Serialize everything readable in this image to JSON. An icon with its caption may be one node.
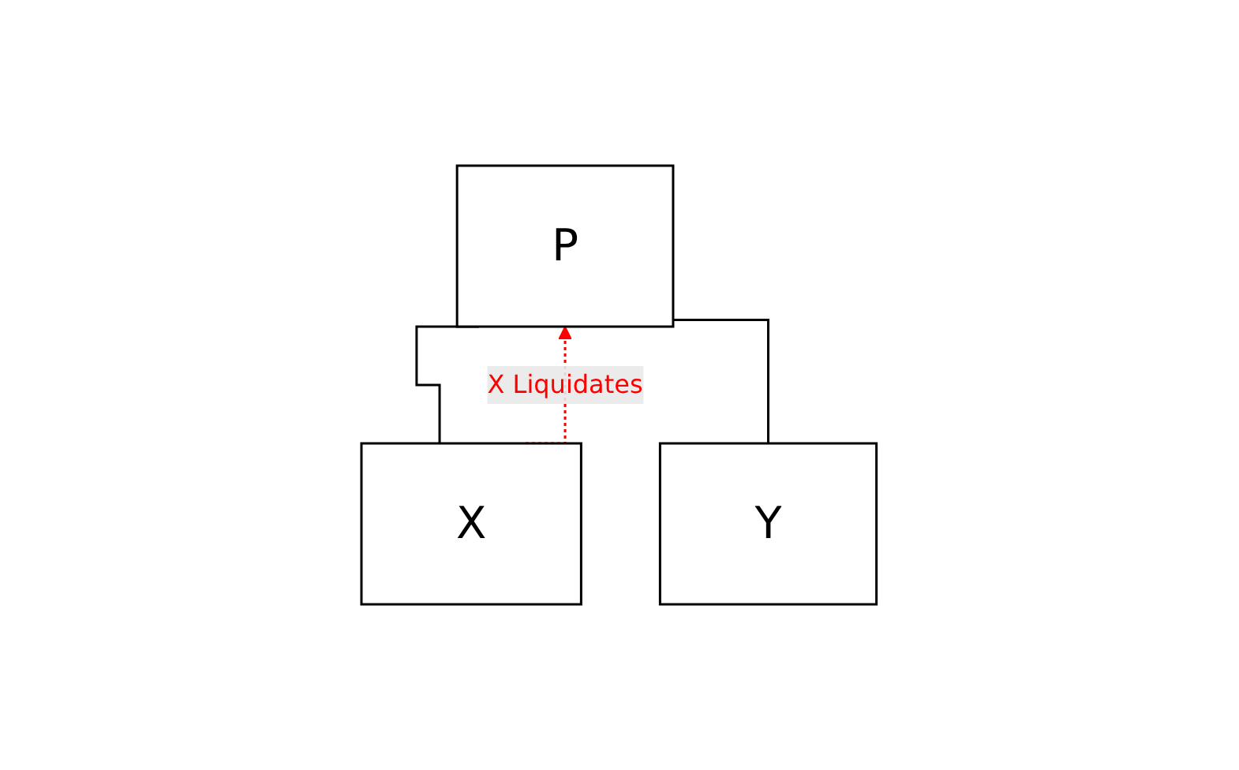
{
  "diagram": {
    "nodes": [
      {
        "text": [
          "P"
        ]
      },
      {
        "text": [
          "X"
        ]
      },
      {
        "text": [
          "Y"
        ]
      }
    ],
    "edges": [
      {
        "from": 0,
        "to": 1,
        "arrow": "none"
      },
      {
        "from": 0,
        "to": 2,
        "arrow": "none"
      },
      {
        "from": 1,
        "to": 0,
        "arrow": "to",
        "label": "X Liquidates",
        "style": "dashed",
        "color": "#ff0000"
      }
    ]
  }
}
